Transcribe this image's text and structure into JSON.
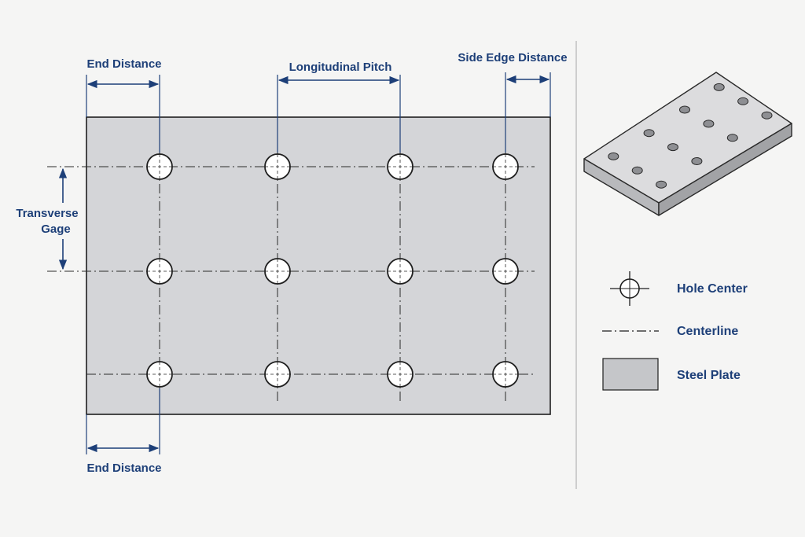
{
  "labels": {
    "end_distance_top": "End Distance",
    "longitudinal_pitch": "Longitudinal Pitch",
    "side_edge_distance": "Side Edge Distance",
    "transverse_gage_line1": "Transverse",
    "transverse_gage_line2": "Gage",
    "end_distance_bottom": "End Distance"
  },
  "legend": {
    "hole_center": "Hole Center",
    "centerline": "Centerline",
    "steel_plate": "Steel Plate"
  },
  "grid": {
    "rows": 3,
    "columns": 4
  },
  "colors": {
    "background": "#f5f5f4",
    "plate_fill": "#d4d5d8",
    "line": "#1f1f1f",
    "dimension": "#1d3f78",
    "hole_fill": "#ffffff"
  }
}
